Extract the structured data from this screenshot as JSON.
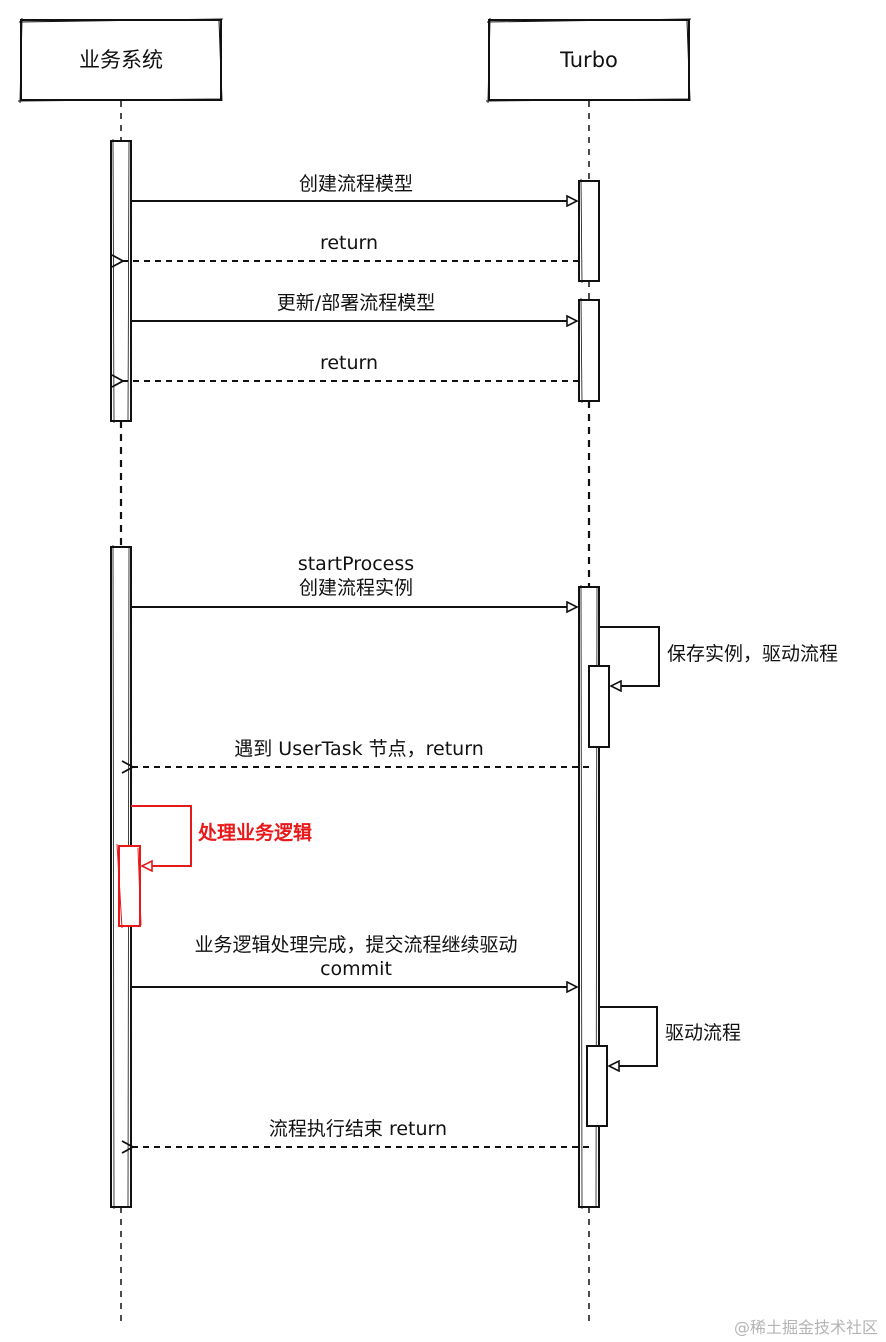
{
  "actors": {
    "left": "业务系统",
    "right": "Turbo"
  },
  "messages": {
    "m1": "创建流程模型",
    "m2": "return",
    "m3": "更新/部署流程模型",
    "m4": "return",
    "m5_line1": "startProcess",
    "m5_line2": "创建流程实例",
    "m6": "保存实例，驱动流程",
    "m7": "遇到 UserTask 节点，return",
    "m8": "处理业务逻辑",
    "m9_line1": "业务逻辑处理完成，提交流程继续驱动",
    "m9_line2": "commit",
    "m10": "驱动流程",
    "m11": "流程执行结束 return"
  },
  "watermark": "@稀土掘金技术社区",
  "colors": {
    "ink": "#111111",
    "highlight": "#e8191a",
    "watermark": "#b4b4b4"
  }
}
